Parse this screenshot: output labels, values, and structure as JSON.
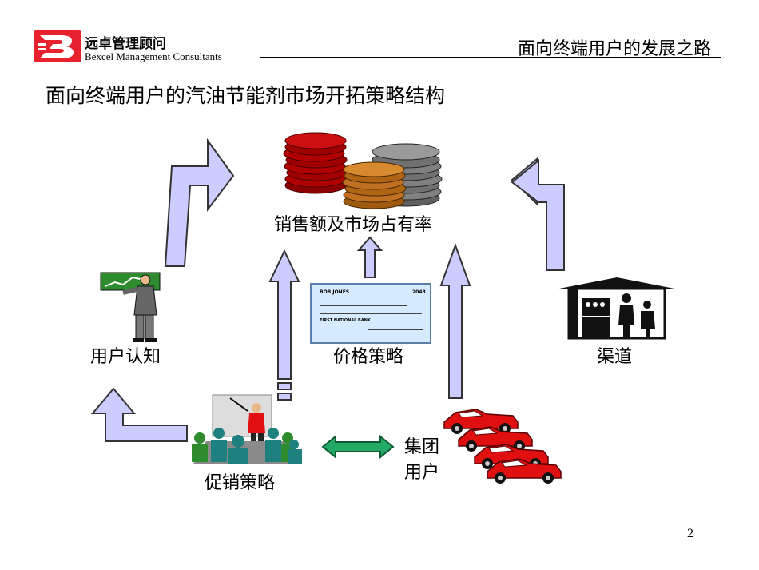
{
  "header": {
    "logo_cn": "远卓管理顾问",
    "logo_en": "Bexcel Management Consultants",
    "title": "面向终端用户的发展之路"
  },
  "slide": {
    "title": "面向终端用户的汽油节能剂市场开拓策略结构",
    "page_number": "2"
  },
  "nodes": {
    "sales": "销售额及市场占有率",
    "awareness": "用户认知",
    "pricing": "价格策略",
    "channel": "渠道",
    "promotion": "促销策略",
    "group_line1": "集团",
    "group_line2": "用户"
  },
  "check": {
    "payee": "BOB JONES",
    "number": "2048",
    "bank": "FIRST NATIONAL BANK"
  },
  "colors": {
    "arrow_fill": "#ccccff",
    "logo_red": "#e8212e",
    "double_arrow": "#22aa66"
  }
}
